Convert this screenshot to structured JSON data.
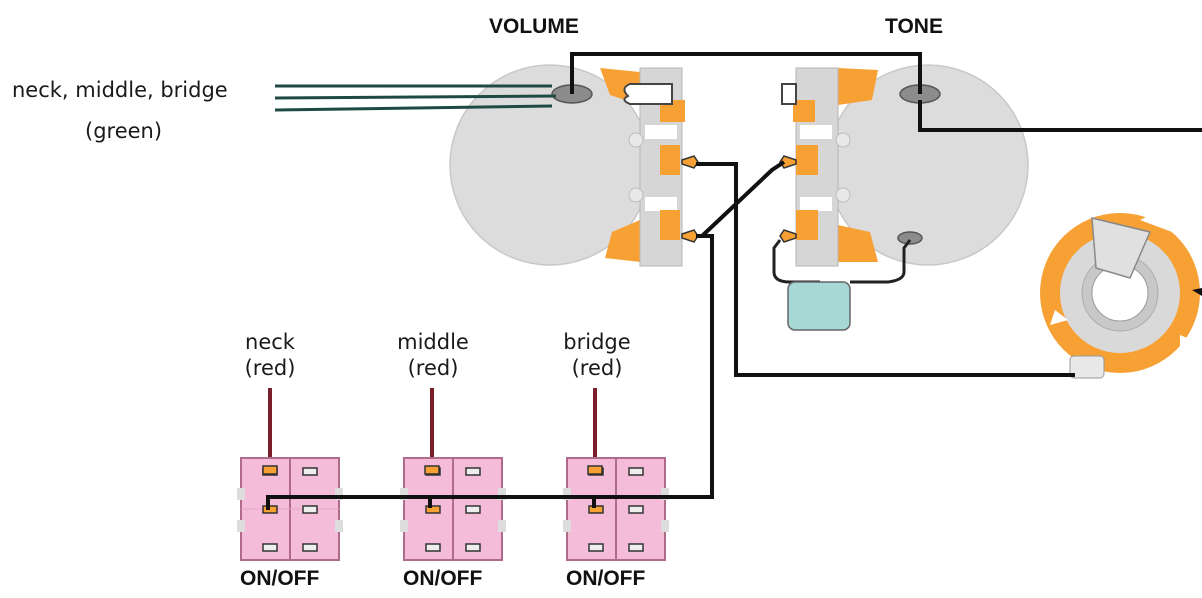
{
  "labels": {
    "volume": "VOLUME",
    "tone": "TONE",
    "pickups_line1": "neck, middle, bridge",
    "pickups_line2": "(green)",
    "neck_line1": "neck",
    "neck_line2": "(red)",
    "middle_line1": "middle",
    "middle_line2": "(red)",
    "bridge_line1": "bridge",
    "bridge_line2": "(red)",
    "switch1": "ON/OFF",
    "switch2": "ON/OFF",
    "switch3": "ON/OFF"
  },
  "colors": {
    "pot_body": "#dcdcdc",
    "lug_orange": "#f7a135",
    "wire_black": "#111111",
    "wire_green": "#1f4a44",
    "wire_red": "#7a1f2b",
    "switch_pink": "#f4bcd8",
    "capacitor": "#a6d8d6"
  },
  "icons": {
    "capacitor": "capacitor-icon",
    "output_jack": "output-jack-icon",
    "volume_pot": "volume-pot-icon",
    "tone_pot": "tone-pot-icon",
    "switch": "toggle-switch-icon"
  }
}
